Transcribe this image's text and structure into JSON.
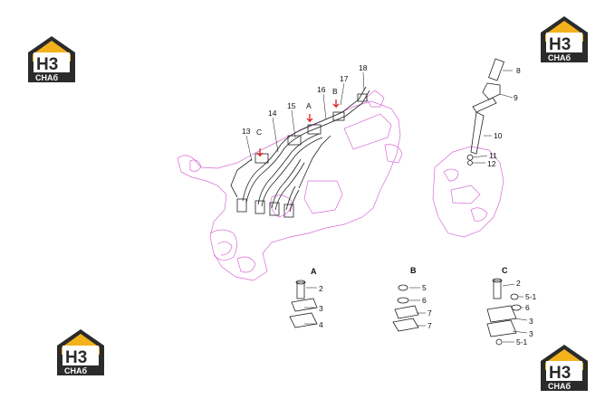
{
  "logo": {
    "mark": "H3",
    "brand": "CHAб",
    "primary_color": "#f3b21c",
    "dark_color": "#2b2b2b"
  },
  "callouts_main": [
    "8",
    "9",
    "10",
    "11",
    "12",
    "13",
    "14",
    "15",
    "16",
    "17",
    "18",
    "A",
    "B",
    "C"
  ],
  "detail_a": {
    "title": "A",
    "labels": [
      "2",
      "3",
      "4"
    ]
  },
  "detail_b": {
    "title": "B",
    "labels": [
      "5",
      "6",
      "7",
      "7"
    ]
  },
  "detail_c": {
    "title": "C",
    "labels": [
      "2",
      "5-1",
      "6",
      "3",
      "3",
      "5-1"
    ]
  },
  "colors": {
    "engine_outline": "#d86ad8",
    "parts": "#222222",
    "arrow": "#d91e1e"
  }
}
